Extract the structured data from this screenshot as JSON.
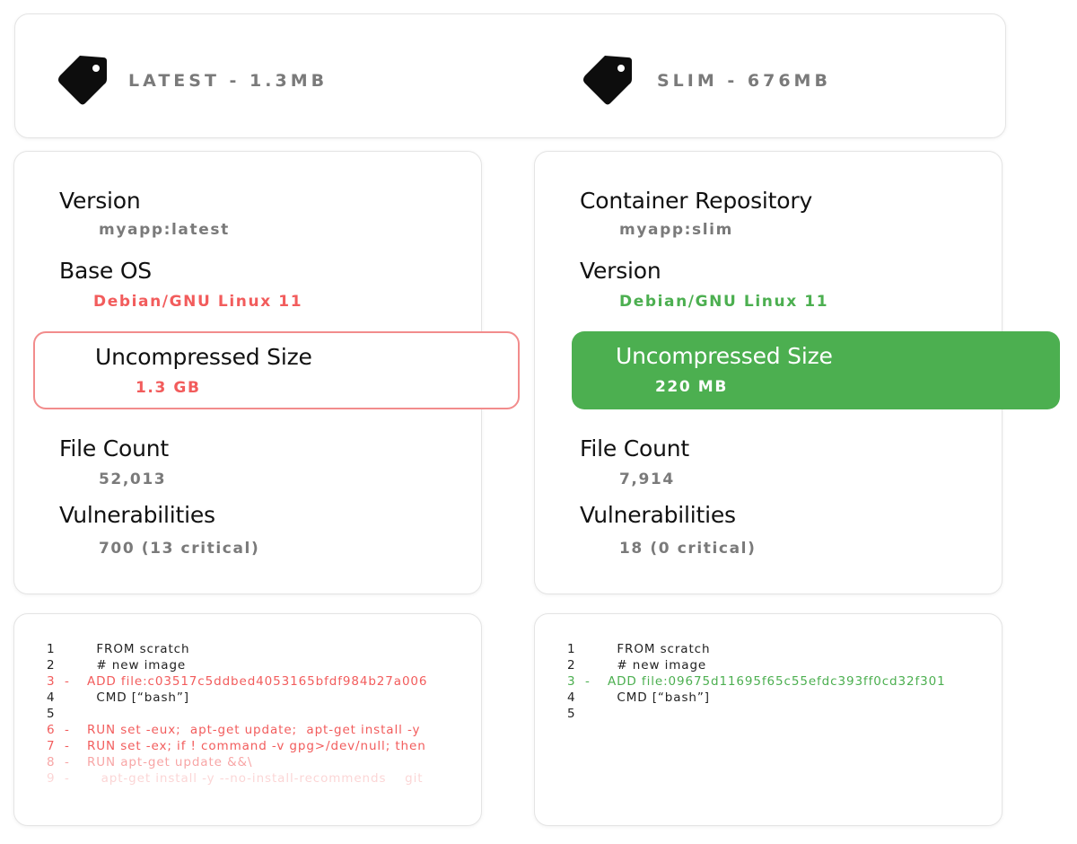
{
  "colors": {
    "red": "#f25c5c",
    "green": "#4caf50",
    "gray_text": "#7a7a7a",
    "title_text": "#111111"
  },
  "header": {
    "left_tag": {
      "icon": "tag-icon",
      "label": "LATEST - 1.3MB"
    },
    "right_tag": {
      "icon": "tag-icon",
      "label": "SLIM - 676MB"
    }
  },
  "left_card": {
    "field1_title": "Version",
    "field1_value": "myapp:latest",
    "field2_title": "Base OS",
    "field2_value": "Debian/GNU Linux 11",
    "size_title": "Uncompressed Size",
    "size_value": "1.3 GB",
    "files_title": "File Count",
    "files_value": "52,013",
    "vuln_title": "Vulnerabilities",
    "vuln_value": "700 (13 critical)"
  },
  "right_card": {
    "field1_title": "Container Repository",
    "field1_value": "myapp:slim",
    "field2_title": "Version",
    "field2_value": "Debian/GNU Linux 11",
    "size_title": "Uncompressed Size",
    "size_value": "220 MB",
    "files_title": "File Count",
    "files_value": "7,914",
    "vuln_title": "Vulnerabilities",
    "vuln_value": "18 (0 critical)"
  },
  "left_code": [
    {
      "num": "1",
      "marker": "",
      "text": "  FROM scratch"
    },
    {
      "num": "2",
      "marker": "",
      "text": "  # new image"
    },
    {
      "num": "3",
      "marker": "-",
      "text": "ADD file:c03517c5ddbed4053165bfdf984b27a006"
    },
    {
      "num": "4",
      "marker": "",
      "text": "  CMD [“bash”]"
    },
    {
      "num": "5",
      "marker": "",
      "text": ""
    },
    {
      "num": "6",
      "marker": "-",
      "text": "RUN set -eux;  apt-get update;  apt-get install -y"
    },
    {
      "num": "7",
      "marker": "-",
      "text": "RUN set -ex; if ! command -v gpg>/dev/null; then"
    },
    {
      "num": "8",
      "marker": "-",
      "text": "RUN apt-get update &&\\"
    },
    {
      "num": "9",
      "marker": "-",
      "text": "   apt-get install -y --no-install-recommends    git"
    }
  ],
  "right_code": [
    {
      "num": "1",
      "marker": "",
      "text": "  FROM scratch"
    },
    {
      "num": "2",
      "marker": "",
      "text": "  # new image"
    },
    {
      "num": "3",
      "marker": "-",
      "text": "ADD file:09675d11695f65c55efdc393ff0cd32f301"
    },
    {
      "num": "4",
      "marker": "",
      "text": "  CMD [“bash”]"
    },
    {
      "num": "5",
      "marker": "",
      "text": ""
    }
  ]
}
